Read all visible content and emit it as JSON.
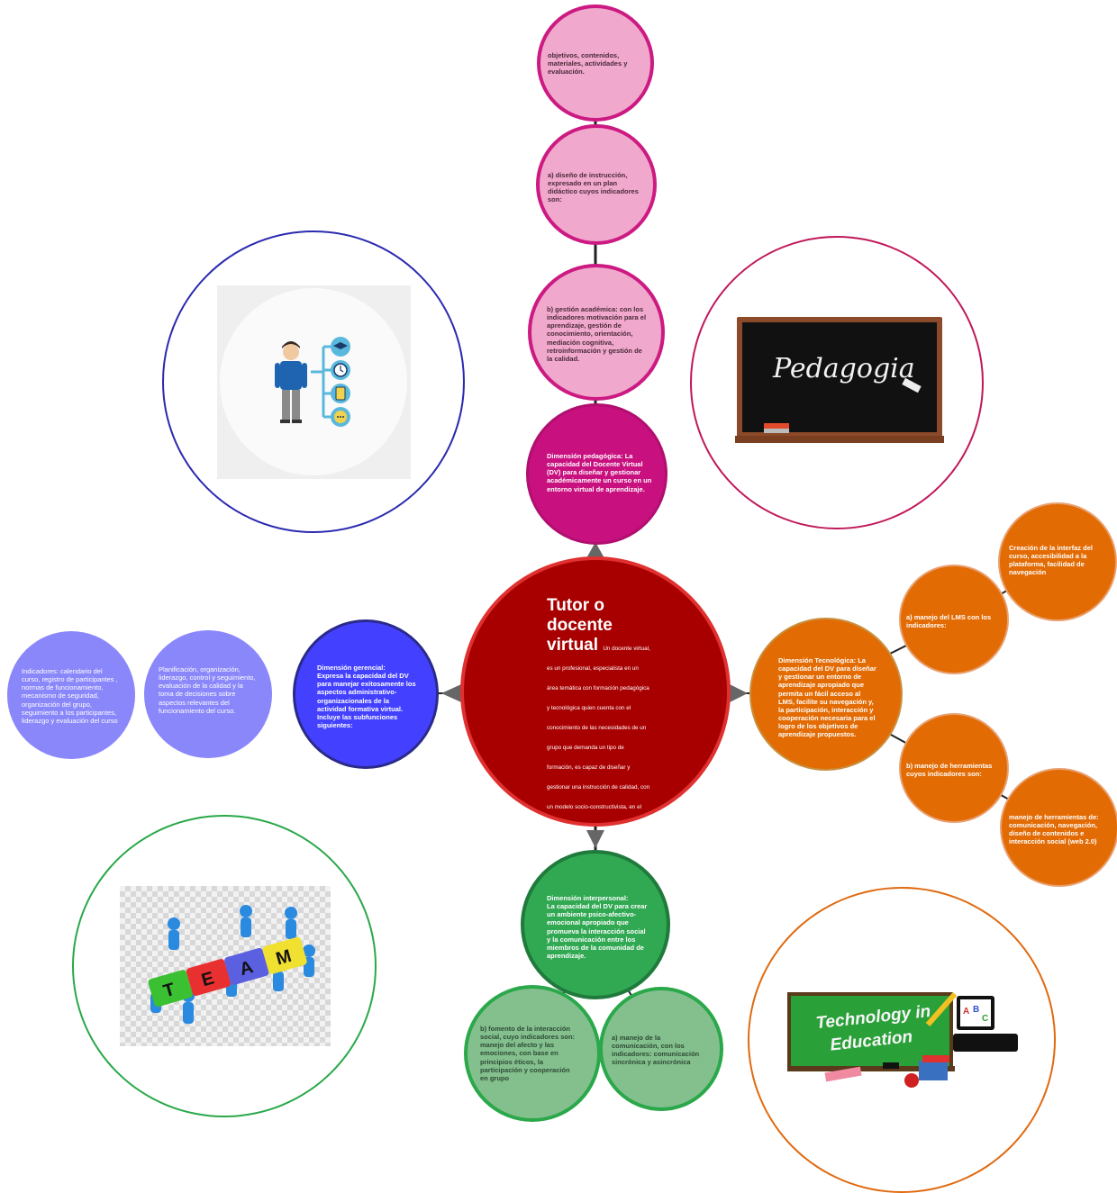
{
  "center": {
    "title": "Tutor o docente virtual",
    "title_lines": [
      "Tutor o",
      "docente",
      "virtual"
    ],
    "body": "Un docente virtual, es un profesional, especialista en un área temática con formación pedagógica y tecnológica quien cuenta con el conocimiento de las necesidades de un grupo que demanda un tipo de formación, es capaz de diseñar y gestionar una instrucción de calidad, con un modelo socio-constructivista, en el contexto de un sistema de gestión de aprendizaje determinado, ofreciendo al estudiante el acompañamiento, orientación, asesoría y la ayuda oportuna y necesaria, que coadyuven al logro de los objetivos de aprendizaje."
  },
  "pedagogica": {
    "title": "Dimensión pedagógica:",
    "body": "La capacidad del Docente Virtual (DV) para diseñar y gestionar académicamente un curso en un entorno virtual de aprendizaje.",
    "children": [
      "b) gestión académica: con los indicadores motivación para el aprendizaje, gestión de conocimiento, orientación, mediación cognitiva, retroinformación y gestión de la calidad.",
      "a) diseño de instrucción, expresado en un plan didáctico cuyos indicadores son:",
      "objetivos, contenidos, materiales, actividades y evaluación."
    ]
  },
  "tecnologica": {
    "title": "Dimensión Tecnológica:",
    "body": "La capacidad del DV para diseñar y gestionar un entorno de aprendizaje apropiado que permita un fácil acceso al LMS, facilite su navegación y, la participación, interacción y cooperación necesaria para el logro de los objetivos de aprendizaje propuestos.",
    "children": [
      "a) manejo del LMS con los indicadores:",
      "Creación de la interfaz del curso, accesibilidad a la plataforma, facilidad de navegación",
      "b) manejo de herramientas cuyos indicadores son:",
      "manejo de herramientas de: comunicación, navegación, diseño de contenidos e interacción social (web 2.0)"
    ]
  },
  "gerencial": {
    "title": "Dimensión gerencial:",
    "body": "Expresa la capacidad del DV para manejar exitosamente los aspectos administrativo-organizacionales de la actividad formativa virtual. Incluye las subfunciones siguientes:",
    "children": [
      "Planificación, organización, liderazgo, control y seguimiento, evaluación de la calidad y la toma de decisiones sobre aspectos relevantes del funcionamiento del curso.",
      "Indicadores: calendario del curso, registro de participantes , normas de funcionamiento, mecanismo de seguridad, organización del grupo, seguimiento a los participantes, liderazgo y evaluación del curso"
    ]
  },
  "interpersonal": {
    "title": "Dimensión interpersonal:",
    "body": "La capacidad del DV para crear un ambiente psico-afectivo-emocional apropiado que promueva la interacción social y la comunicación entre los miembros de la comunidad de aprendizaje.",
    "children": [
      "b) fomento de la interacción social, cuyo indicadores son: manejo del afecto y las emociones, con base en principios éticos, la participación y cooperación en grupo",
      "a) manejo de la comunicación, con los indicadores: comunicación sincrónica y asincrónica"
    ]
  },
  "images": {
    "chalkboard_text": "Pedagogia",
    "puzzle_letters": [
      "T",
      "E",
      "A",
      "M"
    ],
    "tech_title_lines": [
      "Technology in",
      "Education"
    ],
    "abc_letters": [
      "A",
      "B",
      "C"
    ]
  },
  "colors": {
    "center": "#a80000",
    "pedagogica": "#c8107f",
    "pedagogica_children": "#f0a8cc",
    "tecnologica": "#e36b03",
    "gerencial": "#4341ff",
    "gerencial_children": "#8a87fa",
    "interpersonal": "#31a852",
    "interpersonal_children": "#84c08e"
  },
  "icons": [
    "teacher-icon",
    "graduation-cap-icon",
    "clock-icon",
    "tablet-icon",
    "chat-bubble-icon"
  ]
}
